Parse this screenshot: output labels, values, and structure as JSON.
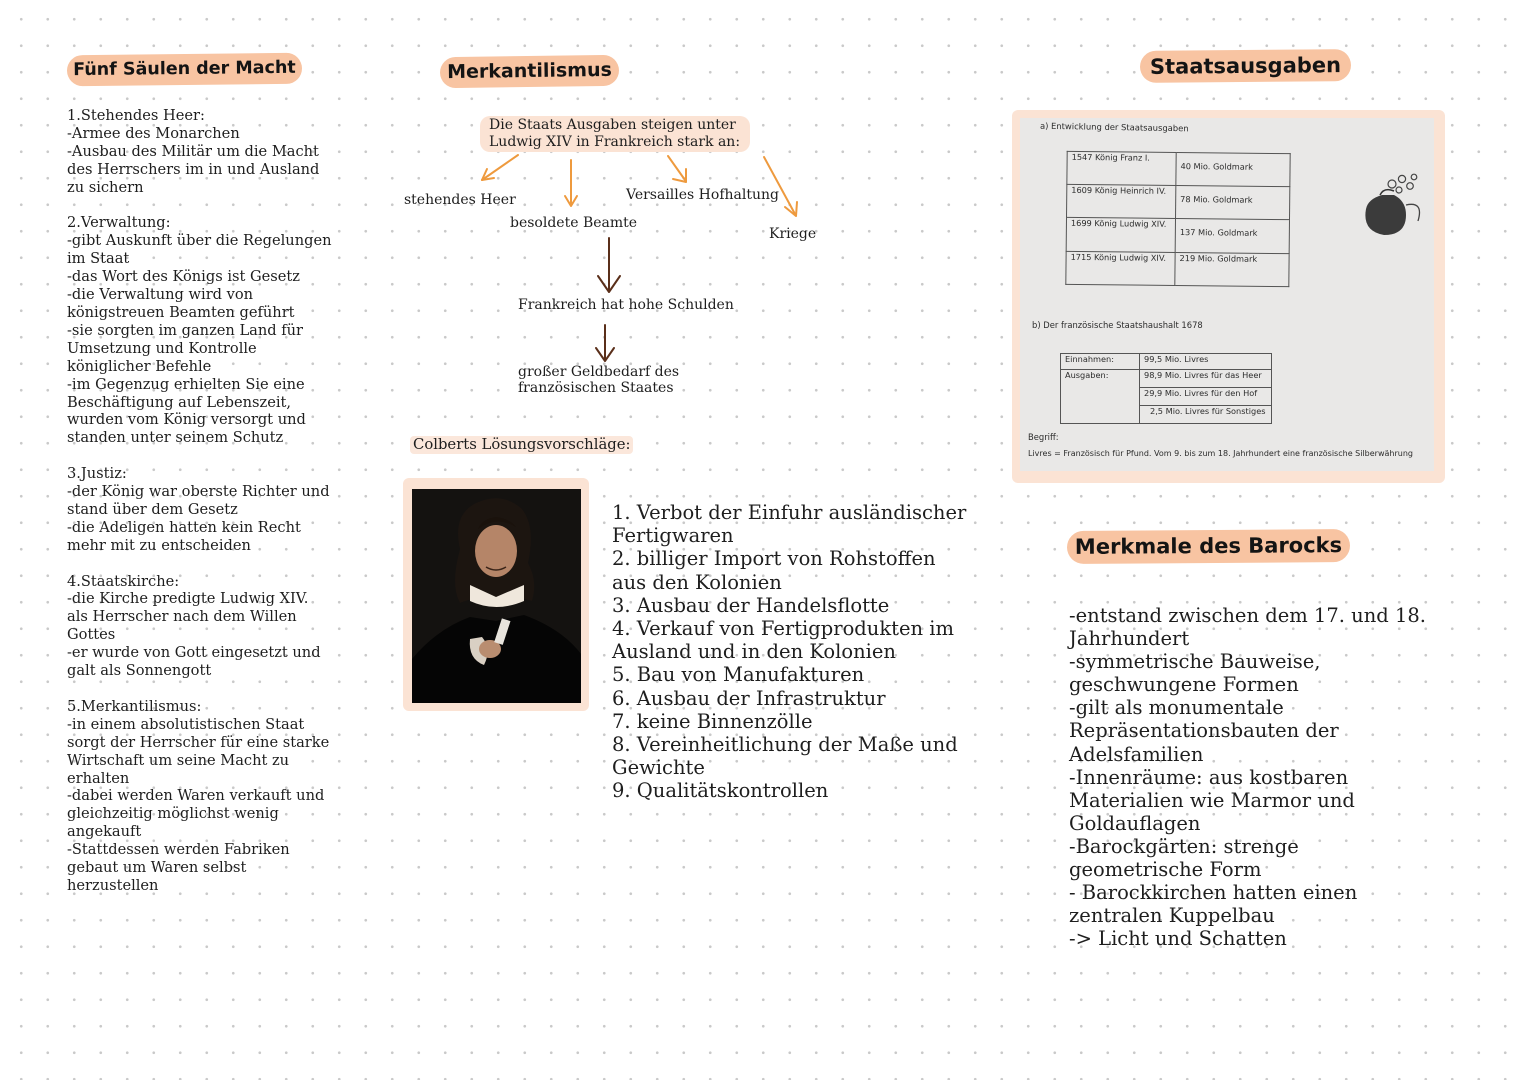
{
  "col1": {
    "heading": "Fünf Säulen der Macht",
    "body": "1.Stehendes Heer:\n-Armee des Monarchen\n-Ausbau des Militär um die Macht\ndes Herrschers im in und Ausland\nzu sichern\n\n2.Verwaltung:\n-gibt Auskunft über die Regelungen\nim Staat\n-das Wort des Königs ist Gesetz\n-die Verwaltung wird von\nkönigstreuen Beamten geführt\n-sie sorgten im ganzen Land für\nUmsetzung und Kontrolle\nköniglicher Befehle\n-im Gegenzug erhielten Sie eine\nBeschäftigung auf Lebenszeit,\nwurden vom König versorgt und\nstanden unter seinem Schutz\n\n3.Justiz:\n-der König war oberste Richter und\nstand über dem Gesetz\n-die Adeligen hatten kein Recht\nmehr mit zu entscheiden\n\n4.Staatskirche:\n-die Kirche predigte Ludwig XIV.\nals Herrscher nach dem Willen\nGottes\n-er wurde von Gott eingesetzt und\ngalt als Sonnengott\n\n5.Merkantilismus:\n-in einem absolutistischen Staat\nsorgt der Herrscher für eine starke\nWirtschaft um seine Macht zu\nerhalten\n-dabei werden Waren verkauft und\ngleichzeitig möglichst wenig\nangekauft\n-Stattdessen werden Fabriken\ngebaut um Waren selbst\nherzustellen"
  },
  "col2": {
    "heading": "Merkantilismus",
    "flow": {
      "top_line1": "Die Staats Ausgaben steigen unter",
      "top_line2": "Ludwig XIV in Frankreich stark an:",
      "cause1": "stehendes Heer",
      "cause2": "besoldete Beamte",
      "cause3": "Versailles Hofhaltung",
      "cause4": "Kriege",
      "result1": "Frankreich hat hohe Schulden",
      "result2_line1": "großer Geldbedarf des",
      "result2_line2": "französischen Staates"
    },
    "colbert_title": "Colberts Lösungsvorschläge:",
    "solutions": "1. Verbot der Einfuhr ausländischer\nFertigwaren\n2. billiger Import von Rohstoffen\naus den Kolonien\n3. Ausbau der Handelsflotte\n4. Verkauf von Fertigprodukten im\nAusland und in den Kolonien\n5. Bau von Manufakturen\n6. Ausbau der Infrastruktur\n7. keine Binnenzölle\n8. Vereinheitlichung der Maße und\nGewichte\n9. Qualitätskontrollen"
  },
  "col3": {
    "heading": "Staatsausgaben",
    "doc": {
      "a_title": "a) Entwicklung der Staatsausgaben",
      "table_a": [
        [
          "1547 König Franz I.",
          "40 Mio. Goldmark"
        ],
        [
          "1609 König Heinrich IV.",
          "78 Mio. Goldmark"
        ],
        [
          "1699 König Ludwig XIV.",
          "137 Mio. Goldmark"
        ],
        [
          "1715 König Ludwig XIV.",
          "219 Mio. Goldmark"
        ]
      ],
      "b_title": "b) Der französische Staatshaushalt 1678",
      "einnahmen_label": "Einnahmen:",
      "einnahmen_value": "99,5 Mio. Livres",
      "ausgaben_label": "Ausgaben:",
      "ausgaben_values": [
        "98,9 Mio. Livres für das Heer",
        "29,9 Mio. Livres für den Hof",
        "2,5 Mio. Livres für Sonstiges"
      ],
      "begriff_label": "Begriff:",
      "begriff_text": "Livres = Französisch für Pfund. Vom 9. bis zum 18. Jahrhundert eine französische Silberwährung"
    },
    "baroque_heading": "Merkmale des Barocks",
    "baroque_text": "-entstand zwischen dem 17. und 18.\nJahrhundert\n-symmetrische Bauweise,\ngeschwungene Formen\n-gilt als monumentale\nRepräsentationsbauten der\nAdelsfamilien\n-Innenräume: aus kostbaren\nMaterialien wie Marmor und\nGoldauflagen\n-Barockgärten: strenge\ngeometrische Form\n- Barockkirchen hatten einen\nzentralen Kuppelbau\n -> Licht und Schatten"
  },
  "colors": {
    "heading_bg": "#f8c4a2",
    "arrow_orange": "#ee9a3e",
    "arrow_brown": "#5a2f1a",
    "photo_frame": "#fbe3d4"
  }
}
